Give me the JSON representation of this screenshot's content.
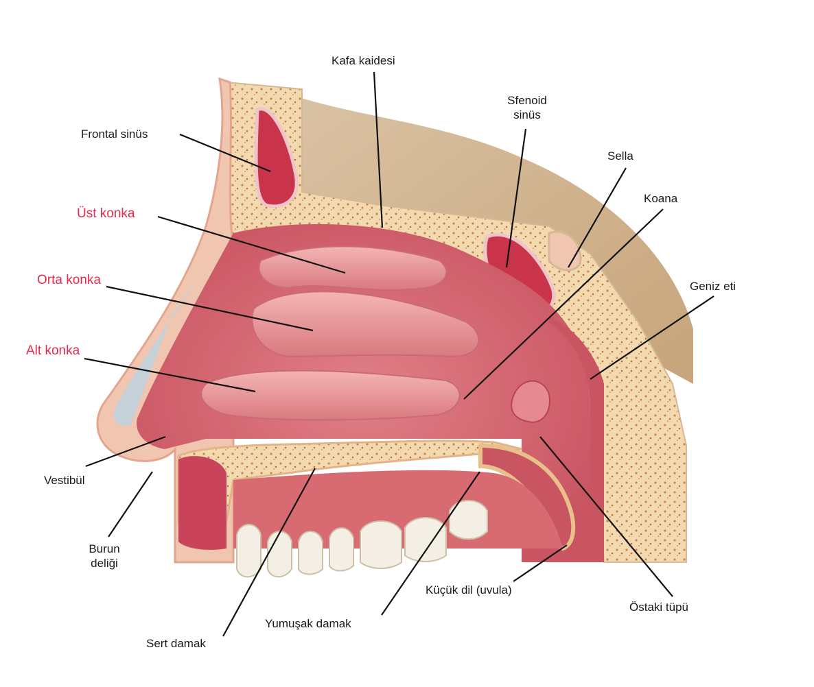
{
  "labels": {
    "kafa_kaidesi": "Kafa kaidesi",
    "sfenoid_sinus_1": "Sfenoid",
    "sfenoid_sinus_2": "sinüs",
    "frontal_sinus": "Frontal sinüs",
    "sella": "Sella",
    "koana": "Koana",
    "ust_konka": "Üst konka",
    "orta_konka": "Orta konka",
    "alt_konka": "Alt konka",
    "geniz_eti": "Geniz eti",
    "vestibul": "Vestibül",
    "burun_deligi_1": "Burun",
    "burun_deligi_2": "deliği",
    "kucuk_dil": "Küçük dil (uvula)",
    "ostaki_tupu": "Östaki tüpü",
    "yumusak_damak": "Yumuşak damak",
    "sert_damak": "Sert damak"
  },
  "colors": {
    "label_text": "#1a1a1a",
    "concha_label": "#e8294f",
    "mucosa": "#d9707a",
    "mucosa_dark": "#b84452",
    "concha": "#e79a9c",
    "bone": "#f2d9b0",
    "bone_dots": "#c8874a",
    "skin": "#f1c6b0",
    "sinus": "#c9344a",
    "leader_line": "#111111"
  }
}
